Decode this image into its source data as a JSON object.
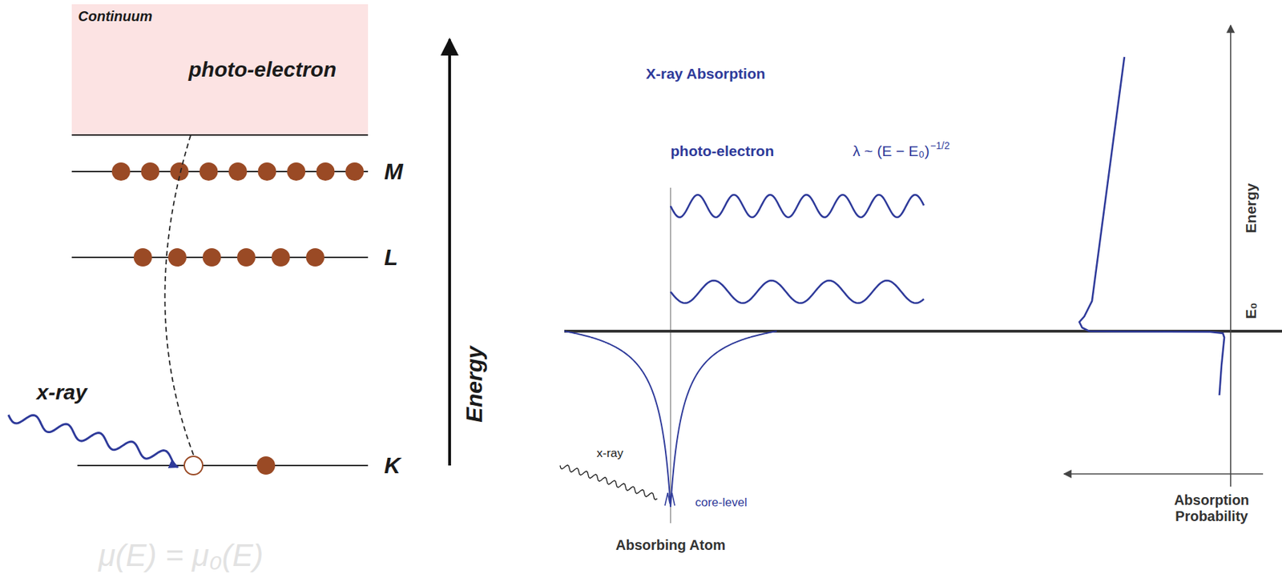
{
  "diagram": {
    "nodes": [
      {
        "text": [
          "Continuum",
          "photo-electron"
        ]
      }
    ],
    "labels": [
      "M",
      "L",
      "K",
      "x-ray",
      "Energy",
      "μ(E) = μ₀(E)",
      "X-ray Absorption",
      "photo-electron",
      "λ ~ (E − E₀)",
      "−1/2",
      "x-ray",
      "core-level",
      "Absorbing Atom",
      "Energy",
      "E₀",
      "Absorption Probability"
    ]
  }
}
